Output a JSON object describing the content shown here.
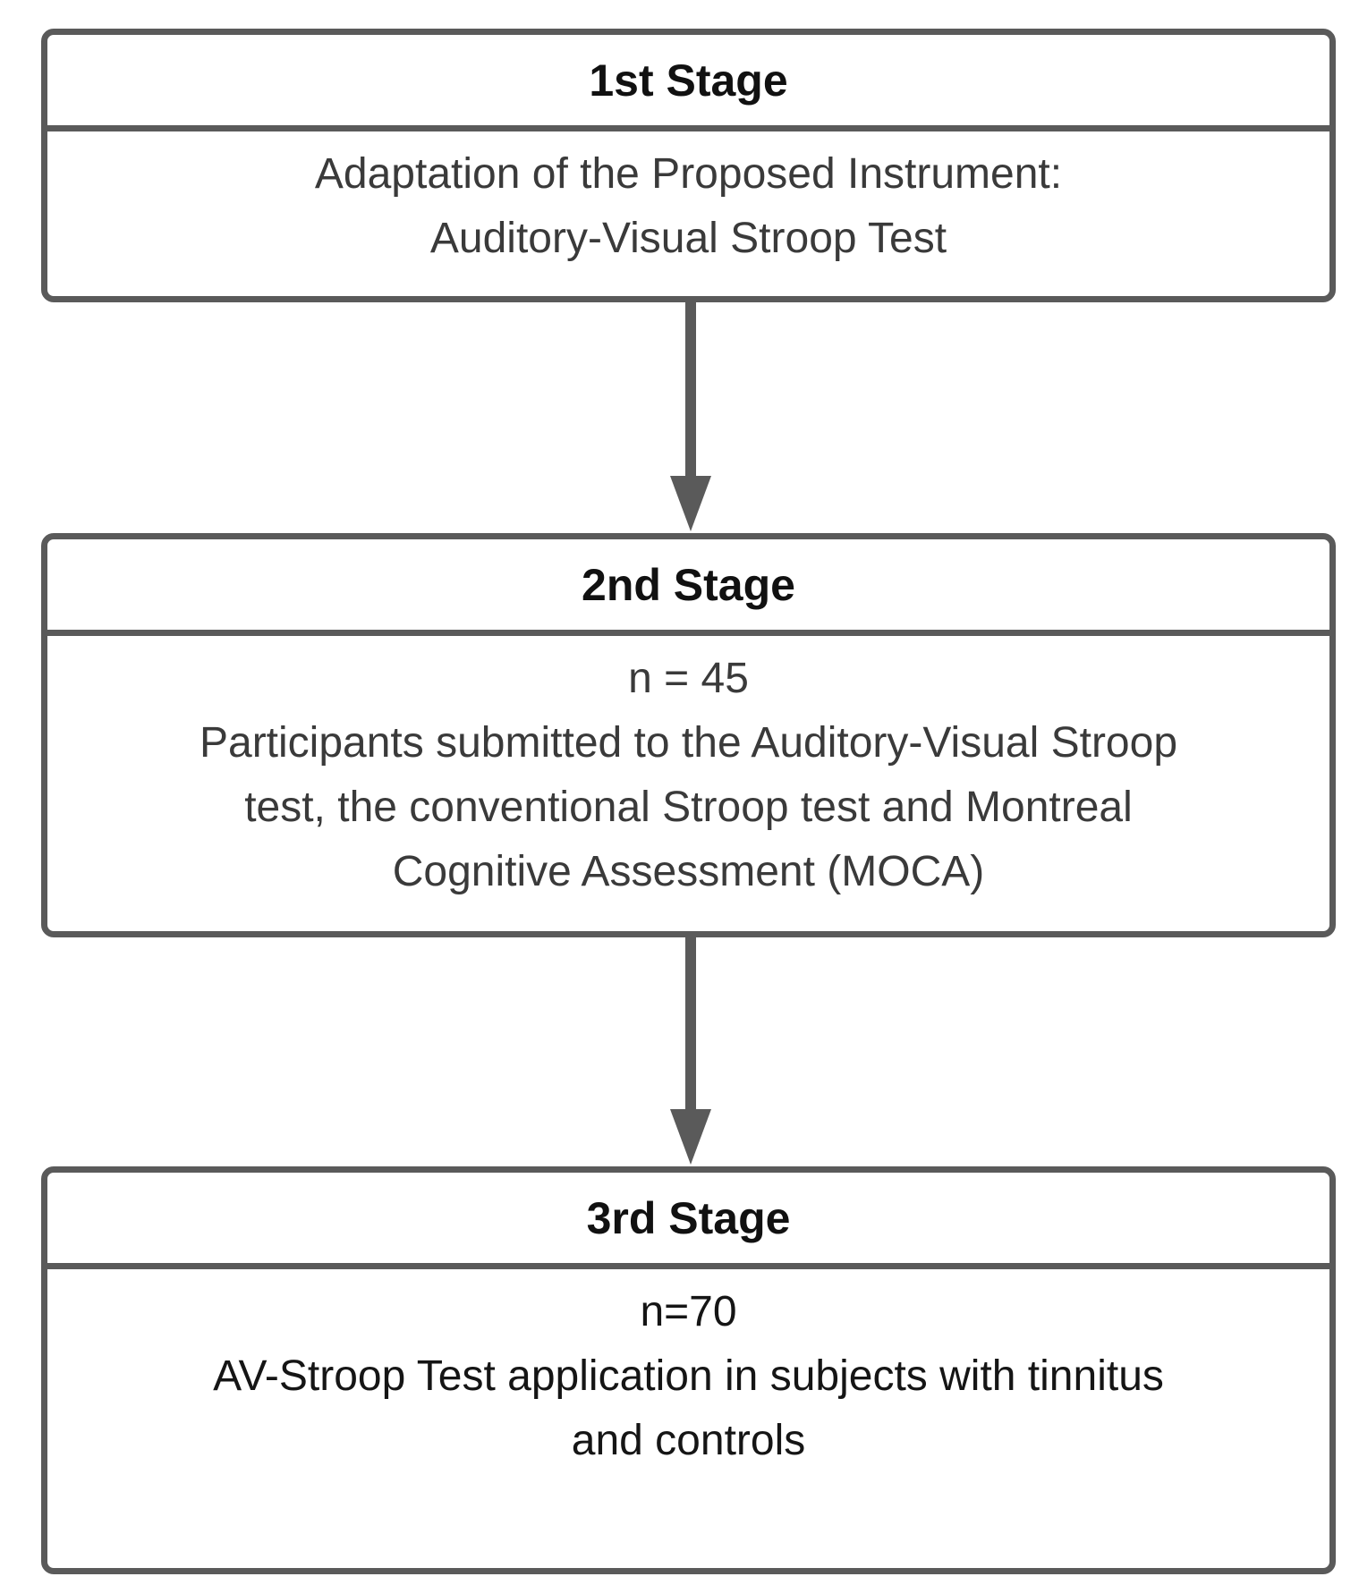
{
  "stages": [
    {
      "title": "1st Stage",
      "lines": [
        "Adaptation of the Proposed Instrument:",
        "Auditory-Visual Stroop Test"
      ]
    },
    {
      "title": "2nd Stage",
      "lines": [
        "n = 45",
        "Participants submitted to the Auditory-Visual Stroop",
        "test, the conventional Stroop test and Montreal",
        "Cognitive Assessment (MOCA)"
      ]
    },
    {
      "title": "3rd Stage",
      "lines": [
        "n=70",
        "AV-Stroop Test application in subjects with tinnitus",
        "and controls"
      ]
    }
  ],
  "colors": {
    "border": "#5a5a5a",
    "arrow": "#5a5a5a",
    "title_text": "#111111",
    "body_text": "#3a3a3a"
  }
}
